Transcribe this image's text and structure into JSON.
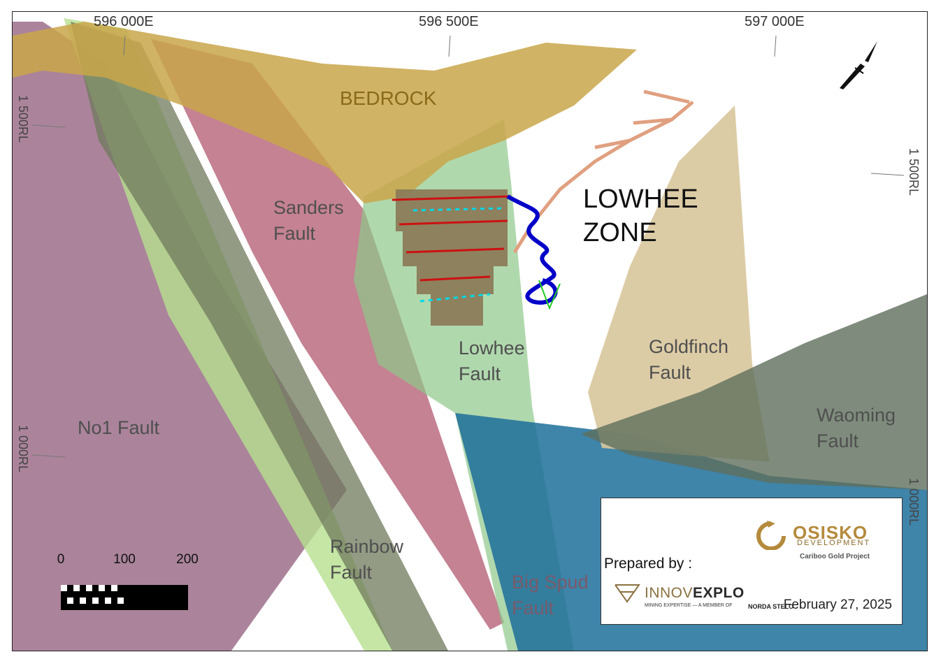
{
  "coordinates": {
    "easting": [
      "596 000E",
      "596 500E",
      "597 000E"
    ],
    "rl_left": [
      "1 500RL",
      "1 000RL"
    ],
    "rl_right": [
      "1 500RL",
      "1 000RL"
    ]
  },
  "labels": {
    "bedrock": "BEDROCK",
    "lowhee_zone_1": "LOWHEE",
    "lowhee_zone_2": "ZONE",
    "sanders_1": "Sanders",
    "sanders_2": "Fault",
    "lowhee_1": "Lowhee",
    "lowhee_2": "Fault",
    "goldfinch_1": "Goldfinch",
    "goldfinch_2": "Fault",
    "waoming_1": "Waoming",
    "waoming_2": "Fault",
    "no1": "No1 Fault",
    "rainbow_1": "Rainbow",
    "rainbow_2": "Fault",
    "bigspud_1": "Big Spud",
    "bigspud_2": "Fault"
  },
  "scale": {
    "ticks": [
      "0",
      "100",
      "200"
    ]
  },
  "legend": {
    "prepared_by": "Prepared by :",
    "osisko_name": "OSISKO",
    "osisko_sub": "DEVELOPMENT",
    "osisko_project": "Cariboo Gold Project",
    "innov_light": "INNOV",
    "innov_bold": "EXPLO",
    "innov_tagline": "MINING EXPERTISE — A MEMBER OF",
    "norda": "NORDA STELO",
    "date": "February 27, 2025"
  },
  "colors": {
    "no1_fault": "#9c6f8a",
    "sanders_fault": "#b0586e",
    "lowhee_fault": "#8fc88a",
    "goldfinch_fault": "#d8c79c",
    "waoming_fault": "#5f6f5c",
    "bigspud_fault": "#1d6e9a",
    "rainbow_fault": "#a8d48a",
    "bedrock": "#c9a64a",
    "workings": "#0000c8",
    "veins": "#8c7c5a",
    "decline": "#e0a080"
  },
  "icons": {
    "north_arrow": "north-arrow-icon"
  }
}
